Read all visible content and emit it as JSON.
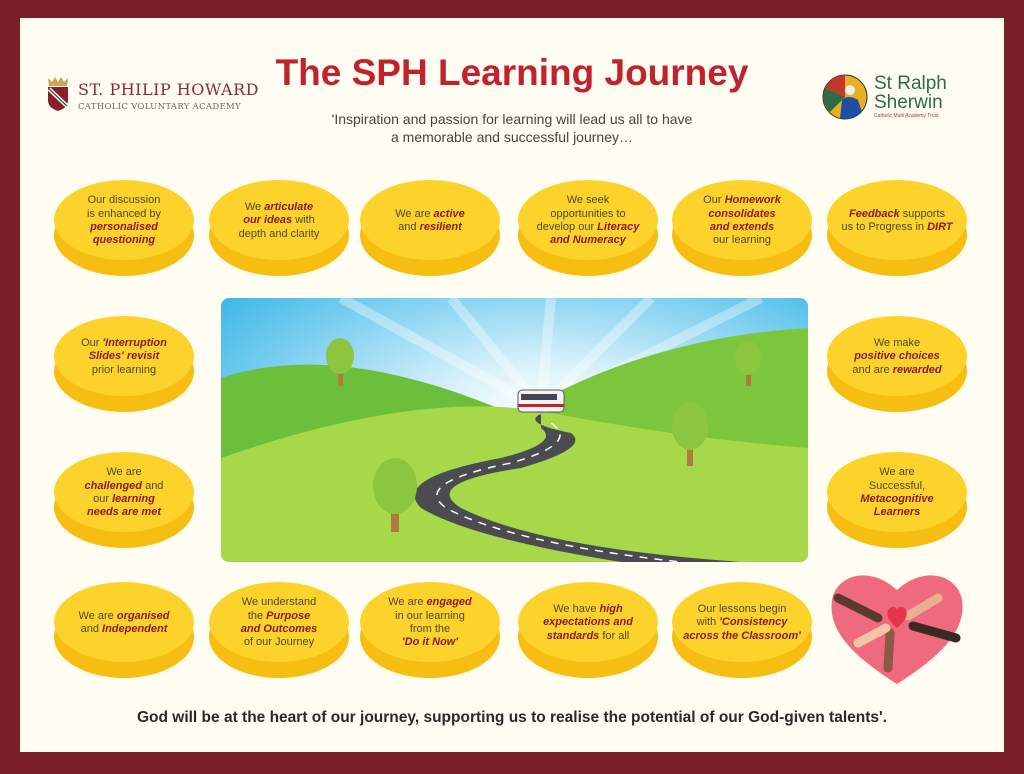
{
  "header": {
    "title": "The SPH Learning Journey",
    "subtitle_line1": "'Inspiration and passion for learning will lead us all to have",
    "subtitle_line2": "a memorable and successful journey…"
  },
  "logos": {
    "left": {
      "name": "St. Philip Howard",
      "sub": "Catholic Voluntary Academy"
    },
    "right": {
      "name_line1": "St Ralph",
      "name_line2": "Sherwin",
      "sub": "Catholic Multi Academy Trust"
    }
  },
  "colors": {
    "border": "#7b1e2c",
    "title": "#c0232e",
    "coin": "#fdd32b",
    "emphasis": "#8b1b2a",
    "background": "#fffdf1"
  },
  "coins": [
    {
      "lines": [
        [
          {
            "t": "Our discussion"
          }
        ],
        [
          {
            "t": "is enhanced by"
          }
        ],
        [
          {
            "t": "personalised",
            "em": true
          }
        ],
        [
          {
            "t": "questioning",
            "em": true
          }
        ]
      ]
    },
    {
      "lines": [
        [
          {
            "t": "We "
          },
          {
            "t": "articulate",
            "em": true
          }
        ],
        [
          {
            "t": "our ideas",
            "em": true
          },
          {
            "t": " with"
          }
        ],
        [
          {
            "t": "depth and clarity"
          }
        ]
      ]
    },
    {
      "lines": [
        [
          {
            "t": "We are "
          },
          {
            "t": "active",
            "em": true
          }
        ],
        [
          {
            "t": "and "
          },
          {
            "t": "resilient",
            "em": true
          }
        ]
      ]
    },
    {
      "lines": [
        [
          {
            "t": "We seek"
          }
        ],
        [
          {
            "t": "opportunities to"
          }
        ],
        [
          {
            "t": "develop our "
          },
          {
            "t": "Literacy",
            "em": true
          }
        ],
        [
          {
            "t": "and Numeracy",
            "em": true
          }
        ]
      ]
    },
    {
      "lines": [
        [
          {
            "t": "Our "
          },
          {
            "t": "Homework",
            "em": true
          }
        ],
        [
          {
            "t": "consolidates",
            "em": true
          }
        ],
        [
          {
            "t": "and extends",
            "em": true
          }
        ],
        [
          {
            "t": "our learning"
          }
        ]
      ]
    },
    {
      "lines": [
        [
          {
            "t": "Feedback",
            "em": true
          },
          {
            "t": " supports"
          }
        ],
        [
          {
            "t": "us to Progress in "
          },
          {
            "t": "DIRT",
            "em": true
          }
        ]
      ]
    },
    {
      "lines": [
        [
          {
            "t": "Our "
          },
          {
            "t": "'Interruption",
            "em": true
          }
        ],
        [
          {
            "t": "Slides' revisit",
            "em": true
          }
        ],
        [
          {
            "t": "prior learning"
          }
        ]
      ]
    },
    {
      "lines": [
        [
          {
            "t": "We make"
          }
        ],
        [
          {
            "t": "positive choices",
            "em": true
          }
        ],
        [
          {
            "t": "and are "
          },
          {
            "t": "rewarded",
            "em": true
          }
        ]
      ]
    },
    {
      "lines": [
        [
          {
            "t": "We are"
          }
        ],
        [
          {
            "t": "challenged",
            "em": true
          },
          {
            "t": " and"
          }
        ],
        [
          {
            "t": "our "
          },
          {
            "t": "learning",
            "em": true
          }
        ],
        [
          {
            "t": "needs are met",
            "em": true
          }
        ]
      ]
    },
    {
      "lines": [
        [
          {
            "t": "We are"
          }
        ],
        [
          {
            "t": "Successful,"
          }
        ],
        [
          {
            "t": "Metacognitive",
            "em": true
          }
        ],
        [
          {
            "t": "Learners",
            "em": true
          }
        ]
      ]
    },
    {
      "lines": [
        [
          {
            "t": "We are "
          },
          {
            "t": "organised",
            "em": true
          }
        ],
        [
          {
            "t": "and "
          },
          {
            "t": "Independent",
            "em": true
          }
        ]
      ]
    },
    {
      "lines": [
        [
          {
            "t": "We understand"
          }
        ],
        [
          {
            "t": "the "
          },
          {
            "t": "Purpose",
            "em": true
          }
        ],
        [
          {
            "t": "and Outcomes",
            "em": true
          }
        ],
        [
          {
            "t": "of our Journey"
          }
        ]
      ]
    },
    {
      "lines": [
        [
          {
            "t": "We are "
          },
          {
            "t": "engaged",
            "em": true
          }
        ],
        [
          {
            "t": "in our learning"
          }
        ],
        [
          {
            "t": "from the"
          }
        ],
        [
          {
            "t": "'Do it Now'",
            "em": true
          }
        ]
      ]
    },
    {
      "lines": [
        [
          {
            "t": "We have "
          },
          {
            "t": "high",
            "em": true
          }
        ],
        [
          {
            "t": "expectations and",
            "em": true
          }
        ],
        [
          {
            "t": "standards",
            "em": true
          },
          {
            "t": " for all"
          }
        ]
      ]
    },
    {
      "lines": [
        [
          {
            "t": "Our lessons begin"
          }
        ],
        [
          {
            "t": "with "
          },
          {
            "t": "'Consistency",
            "em": true
          }
        ],
        [
          {
            "t": "across the Classroom'",
            "em": true
          }
        ]
      ]
    }
  ],
  "footer": "God will be at the heart of our journey, supporting us to realise the potential of our God-given talents'."
}
